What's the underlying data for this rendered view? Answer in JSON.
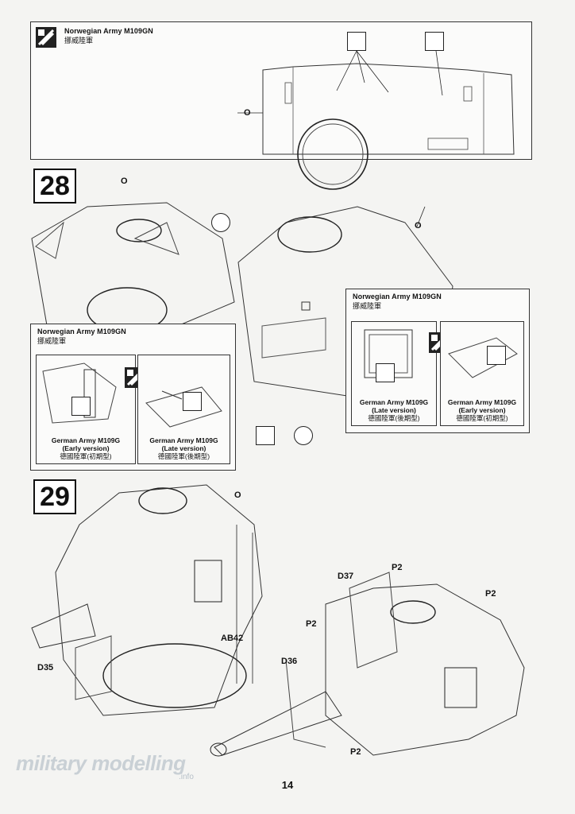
{
  "top_note": {
    "title_en": "Norwegian Army M109GN",
    "title_zh": "挪威陸軍",
    "part_label": "O"
  },
  "step28": {
    "number": "28",
    "part_label": "O",
    "norwegian_box": {
      "title_en": "Norwegian Army M109GN",
      "title_zh": "挪威陸軍",
      "cap_left_en": "German Army M109G",
      "cap_left_sub": "(Early version)",
      "cap_left_zh": "德國陸軍(初期型)",
      "cap_right_en": "German Army M109G",
      "cap_right_sub": "(Late version)",
      "cap_right_zh": "德國陸軍(後期型)"
    },
    "norwegian_box_right": {
      "title_en": "Norwegian Army M109GN",
      "title_zh": "挪威陸軍",
      "cap_left_en": "German Army M109G",
      "cap_left_sub": "(Late version)",
      "cap_left_zh": "德國陸軍(後期型)",
      "cap_right_en": "German Army M109G",
      "cap_right_sub": "(Early version)",
      "cap_right_zh": "德國陸軍(初期型)"
    }
  },
  "step29": {
    "number": "29",
    "labels": {
      "o": "O",
      "ab42": "AB42",
      "d35": "D35",
      "d36": "D36",
      "d37": "D37",
      "p2_a": "P2",
      "p2_b": "P2",
      "p2_c": "P2",
      "p2_d": "P2"
    }
  },
  "page_number": "14",
  "watermark": {
    "main": "military modelling",
    "sub": ".info"
  }
}
